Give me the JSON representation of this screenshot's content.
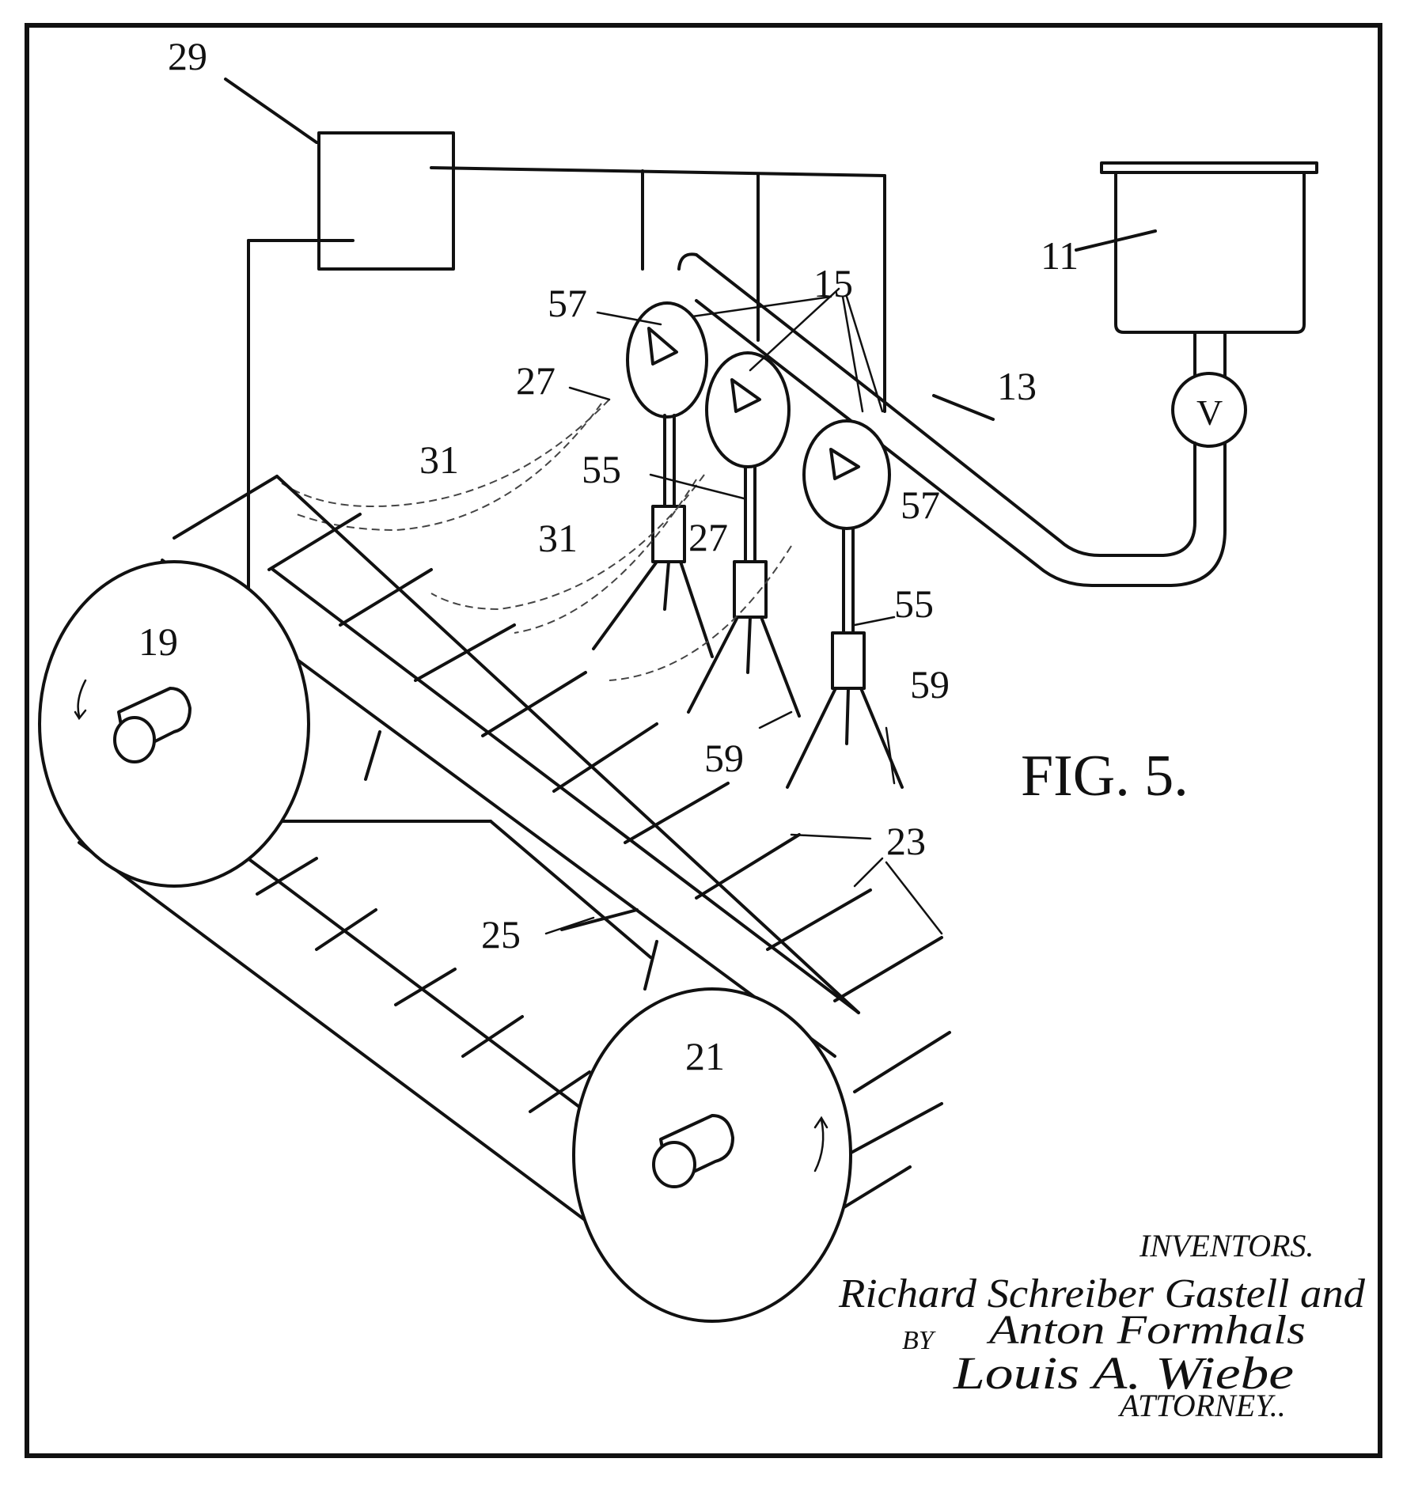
{
  "figure": {
    "label": "FIG. 5."
  },
  "reference_numerals": {
    "n29": "29",
    "n11": "11",
    "n13": "13",
    "n15": "15",
    "n57a": "57",
    "n57b": "57",
    "n27a": "27",
    "n27b": "27",
    "n31a": "31",
    "n31b": "31",
    "n55a": "55",
    "n55b": "55",
    "n59a": "59",
    "n59b": "59",
    "n19": "19",
    "n21": "21",
    "n23": "23",
    "n25": "25",
    "valve": "V"
  },
  "signature": {
    "heading": "INVENTORS.",
    "line1": "Richard Schreiber Gastell and",
    "by": "BY",
    "line2": "Anton Formhals",
    "attorney_signature": "Louis A. Wiebe",
    "attorney": "ATTORNEY.."
  }
}
